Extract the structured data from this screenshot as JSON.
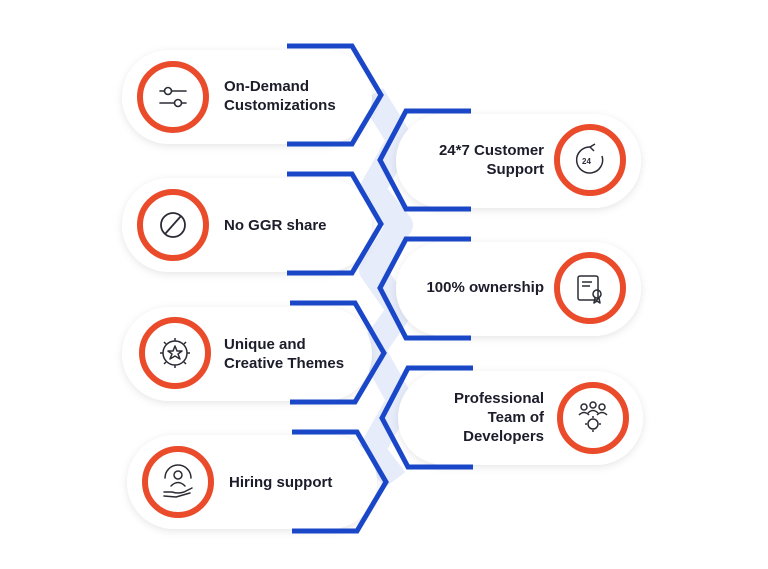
{
  "features": {
    "left": [
      {
        "lines": [
          "On-Demand",
          "Customizations"
        ],
        "icon": "sliders-icon"
      },
      {
        "lines": [
          "No GGR share"
        ],
        "icon": "prohibited-icon"
      },
      {
        "lines": [
          "Unique and",
          "Creative Themes"
        ],
        "icon": "gear-star-icon"
      },
      {
        "lines": [
          "Hiring support"
        ],
        "icon": "hand-person-icon"
      }
    ],
    "right": [
      {
        "lines": [
          "24*7 Customer",
          "Support"
        ],
        "icon": "clock-24-icon"
      },
      {
        "lines": [
          "100% ownership"
        ],
        "icon": "certificate-icon"
      },
      {
        "lines": [
          "Professional",
          "Team of",
          "Developers"
        ],
        "icon": "team-gear-icon"
      }
    ]
  },
  "colors": {
    "accent_blue": "#1a47c8",
    "ring_orange": "#ea4b2b",
    "text_dark": "#1c1c2b",
    "icon_dark": "#2b2b35",
    "connector": "#e6ecfa"
  }
}
